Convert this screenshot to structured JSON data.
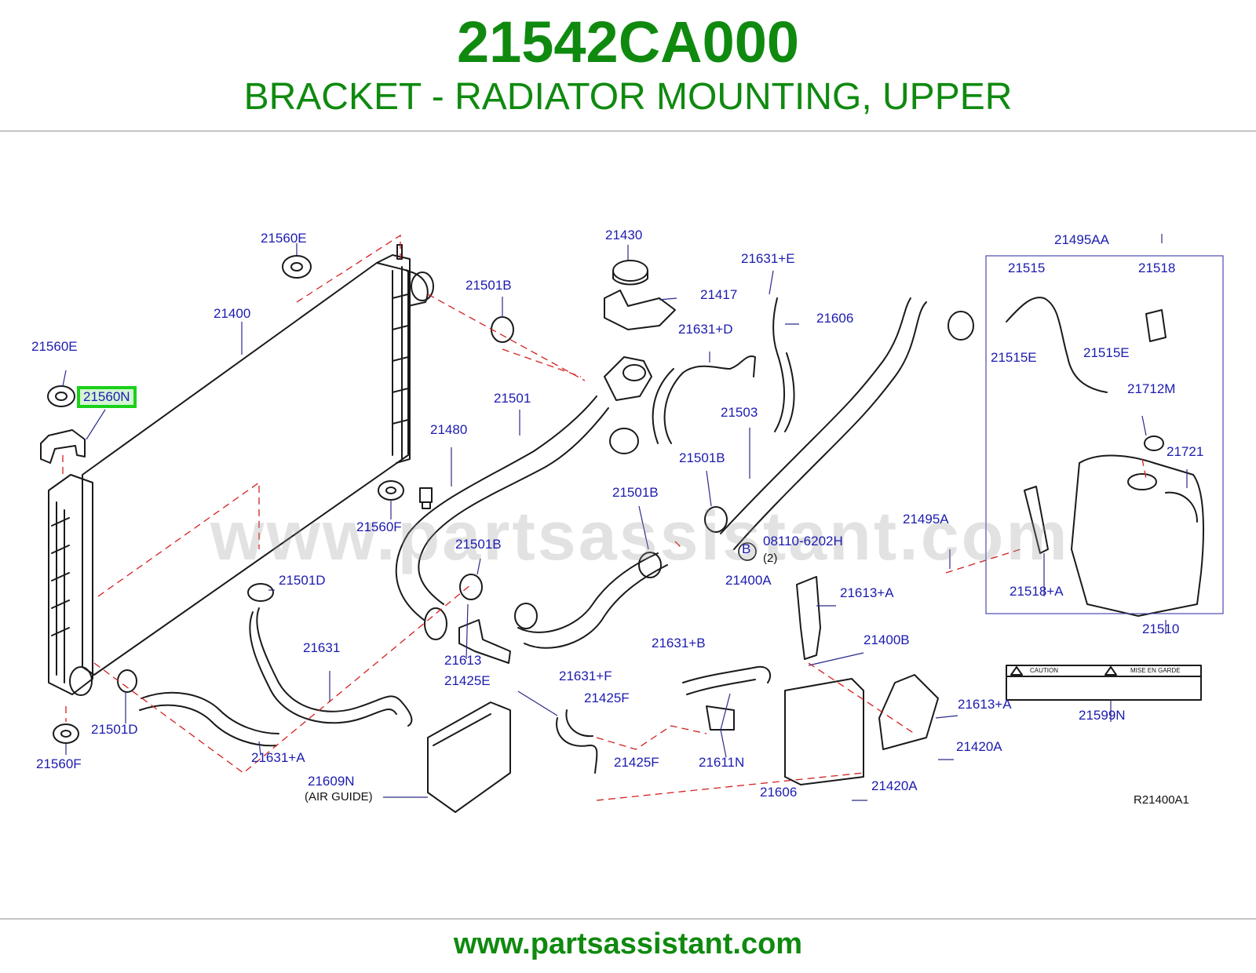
{
  "header": {
    "part_number": "21542CA000",
    "description": "BRACKET - RADIATOR MOUNTING, UPPER"
  },
  "diagram": {
    "watermark": "www.partsassistant.com",
    "highlighted_label": "21560N",
    "callouts": [
      "21560E",
      "21400",
      "21560E",
      "21560N",
      "21560F",
      "21501D",
      "21560F",
      "21480",
      "21501D",
      "21631",
      "21631+A",
      "21430",
      "21501B",
      "21417",
      "21501",
      "21501B",
      "21613",
      "21425E",
      "21609N",
      "(AIR   GUIDE)",
      "21631+D",
      "21631+E",
      "21606",
      "21503",
      "21501B",
      "21501B",
      "08110-6202H",
      "(2)",
      "21631+F",
      "21425F",
      "21425F",
      "21631+B",
      "21611N",
      "21400A",
      "21613+A",
      "21400B",
      "21606",
      "21613+A",
      "21420A",
      "21420A",
      "21495AA",
      "21515",
      "21518",
      "21515E",
      "21515E",
      "21712M",
      "21721",
      "21495A",
      "21518+A",
      "21510",
      "21599N",
      "R21400A1"
    ],
    "circle_marker": "B",
    "caution_label": {
      "left": "CAUTION",
      "right": "MISE   EN   GARDE"
    }
  },
  "footer": {
    "url": "www.partsassistant.com"
  },
  "colors": {
    "brand_green": "#0f8a0f",
    "label_blue": "#1b1bb0",
    "leader_red": "#d42020",
    "highlight_green": "#19d119"
  }
}
